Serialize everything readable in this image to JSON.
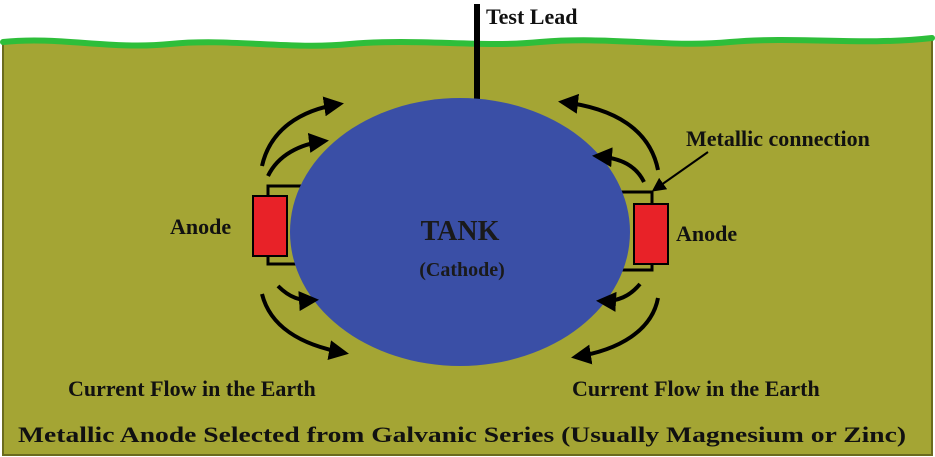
{
  "diagram": {
    "test_lead_label": "Test Lead",
    "metallic_connection_label": "Metallic connection",
    "tank_label": "TANK",
    "tank_sublabel": "(Cathode)",
    "anode_left_label": "Anode",
    "anode_right_label": "Anode",
    "current_flow_left_label": "Current Flow in the Earth",
    "current_flow_right_label": "Current Flow in the Earth",
    "footer_caption": "Metallic Anode Selected from Galvanic Series (Usually Magnesium or Zinc)"
  },
  "colors": {
    "earth": "#A4A534",
    "ground_line": "#2EBE3A",
    "tank": "#3A4FA6",
    "anode": "#E82228",
    "lines": "#000000",
    "border": "#6b6b1e"
  }
}
